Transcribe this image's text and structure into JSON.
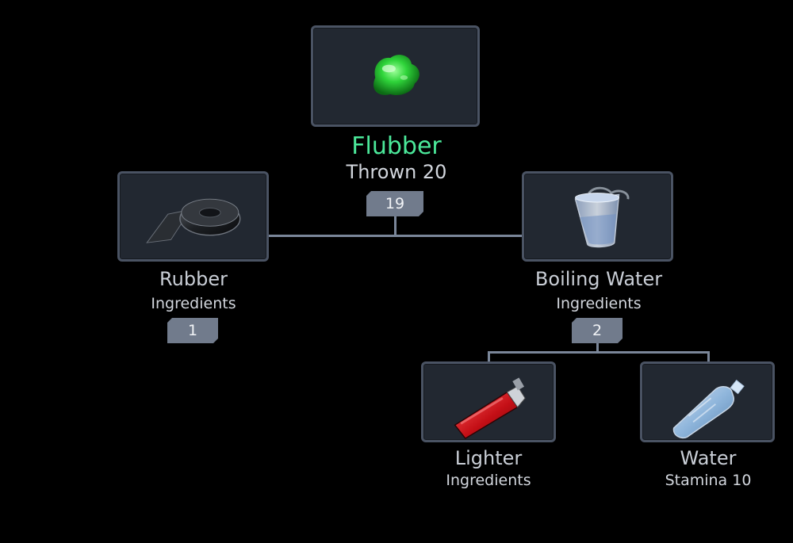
{
  "root": {
    "name": "Flubber",
    "stat": "Thrown 20",
    "count": "19",
    "icon": "flubber-blob-icon"
  },
  "ingredients": [
    {
      "name": "Rubber",
      "category": "Ingredients",
      "count": "1",
      "icon": "rubber-roll-icon"
    },
    {
      "name": "Boiling Water",
      "category": "Ingredients",
      "count": "2",
      "icon": "steaming-cup-icon",
      "children": [
        {
          "name": "Lighter",
          "category": "Ingredients",
          "icon": "lighter-icon"
        },
        {
          "name": "Water",
          "category": "Stamina 10",
          "icon": "water-bottle-icon"
        }
      ]
    }
  ],
  "colors": {
    "highlight": "#4be89a",
    "card_bg": "#222831",
    "card_border": "#4a5363",
    "badge_bg": "#717b8c",
    "connector": "#7a8699"
  }
}
